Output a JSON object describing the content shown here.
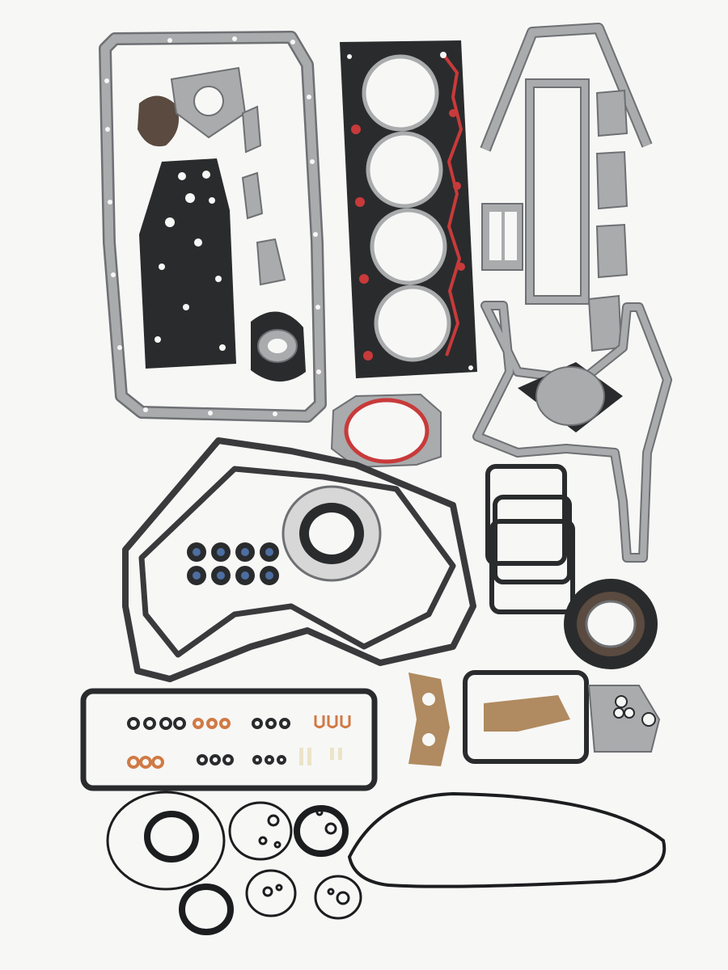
{
  "scene": {
    "subject": "engine-gasket-kit",
    "background_color": "#f7f7f6"
  },
  "colors": {
    "steel": "#a9abad",
    "steel_edge": "#6e7073",
    "black_rubber": "#2a2b2d",
    "graphite": "#3a3a3c",
    "red_bead": "#c83a3a",
    "copper": "#d07a45",
    "fiber_brown": "#5a4a3f",
    "bronze": "#b08a60",
    "nylon": "#ece4c8",
    "hole": "#f7f7f6"
  },
  "parts": {
    "oil_pan_gasket": "oil-pan-gasket",
    "cylinder_head_gasket": "cylinder-head-gasket",
    "valve_cover_gasket": "valve-cover-gasket",
    "gear_cover_gasket": "gear-cover-gasket",
    "crank_seal": "crankshaft-seal",
    "rear_seal": "rear-main-seal",
    "valve_stem_seals": "valve-stem-seals",
    "exhaust_gaskets": "exhaust-manifold-gaskets",
    "o_rings": "o-rings",
    "oil_cooler_gasket": "oil-cooler-gasket"
  }
}
